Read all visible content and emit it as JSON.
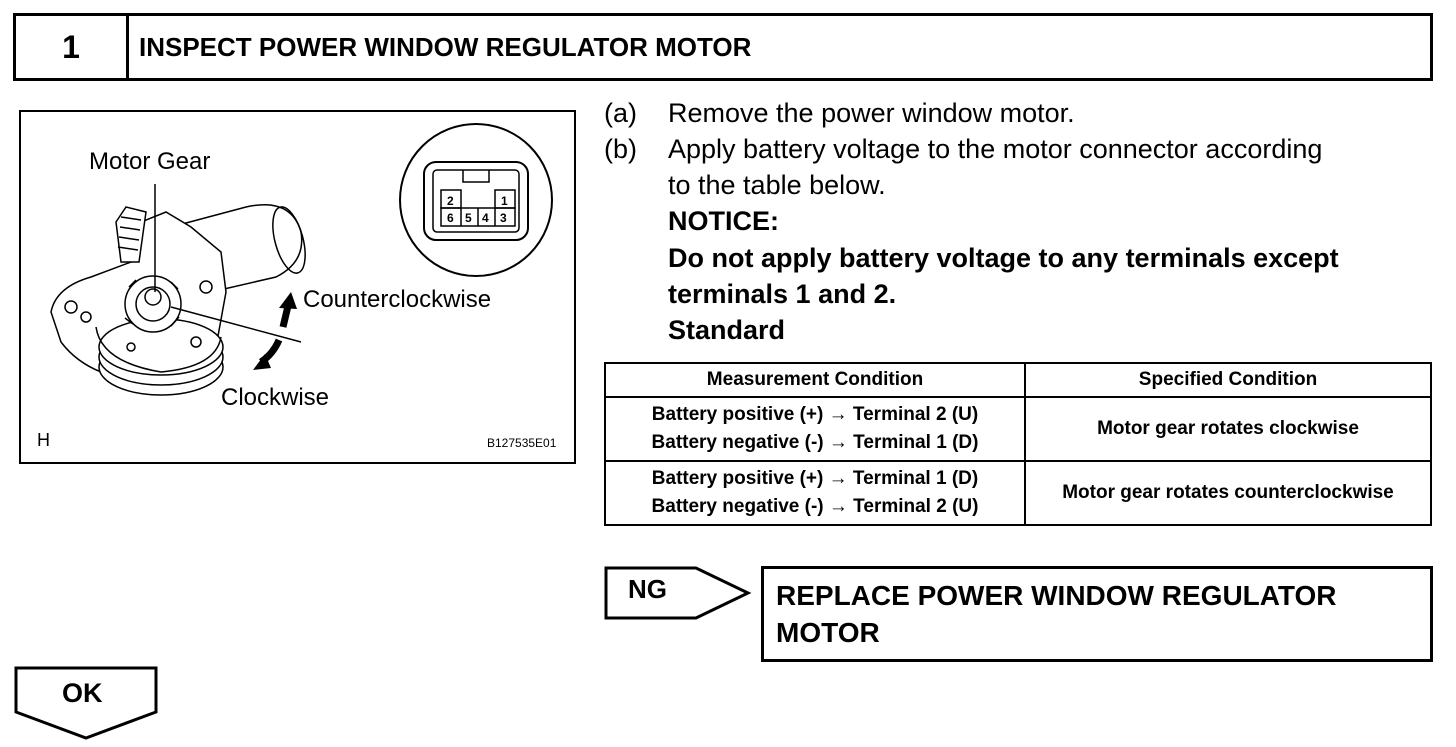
{
  "header": {
    "step_number": "1",
    "title": "INSPECT POWER WINDOW REGULATOR MOTOR"
  },
  "figure": {
    "labels": {
      "motor_gear": "Motor Gear",
      "counterclockwise": "Counterclockwise",
      "clockwise": "Clockwise",
      "corner_letter": "H",
      "figure_code": "B127535E01"
    },
    "connector_terminals": {
      "top_row": [
        "2",
        "1"
      ],
      "bottom_row": [
        "6",
        "5",
        "4",
        "3"
      ]
    }
  },
  "instructions": {
    "a_marker": "(a)",
    "a_text": "Remove the power window motor.",
    "b_marker": "(b)",
    "b_text_line1": "Apply battery voltage to the motor connector according",
    "b_text_line2": "to the table below.",
    "notice_label": "NOTICE:",
    "notice_line1": "Do not apply battery voltage to any terminals except",
    "notice_line2": "terminals 1 and 2.",
    "standard_label": "Standard"
  },
  "table": {
    "headers": [
      "Measurement Condition",
      "Specified Condition"
    ],
    "rows": [
      {
        "condition_line1": "Battery positive (+) → Terminal 2 (U)",
        "condition_line2": "Battery negative (-) → Terminal 1 (D)",
        "result": "Motor gear rotates clockwise"
      },
      {
        "condition_line1": "Battery positive (+) → Terminal 1 (D)",
        "condition_line2": "Battery negative (-) → Terminal 2 (U)",
        "result": "Motor gear rotates counterclockwise"
      }
    ]
  },
  "ng": {
    "label": "NG",
    "result_line1": "REPLACE POWER WINDOW REGULATOR",
    "result_line2": "MOTOR"
  },
  "ok": {
    "label": "OK"
  }
}
